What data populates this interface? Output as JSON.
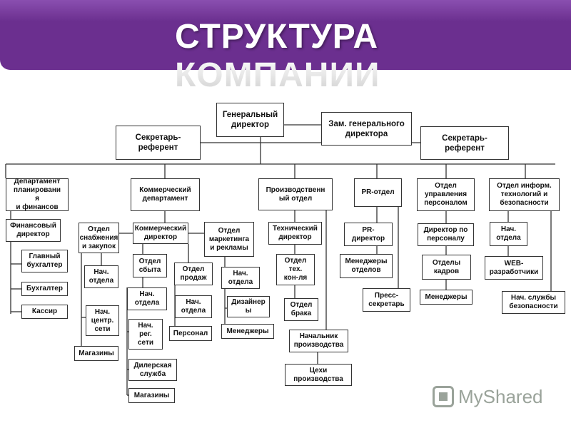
{
  "title": {
    "line1": "СТРУКТУРА",
    "line2": "КОМПАНИИ"
  },
  "watermark": {
    "text": "MyShared",
    "icon": "myshared-logo-icon"
  },
  "colors": {
    "banner": "#6b2f8f",
    "box_border": "#333333",
    "text": "#111111"
  },
  "nodes": {
    "gendir": "Генеральный\nдиректор",
    "deputy": "Зам. генерального\nдиректора",
    "secretary_left": "Секретарь-\nреферент",
    "secretary_right": "Секретарь-\nреферент",
    "dept_fin": "Департамент\nпланировани\nя\nи финансов",
    "fin_director": "Финансовый\nдиректор",
    "chief_accountant": "Главный\nбухгалтер",
    "accountant": "Бухгалтер",
    "cashier": "Кассир",
    "dept_comm": "Коммерческий\nдепартамент",
    "supply_dept": "Отдел\nснабжения\nи закупок",
    "supply_head": "Нач.\nотдела",
    "net_center_head": "Нач.\nцентр.\nсети",
    "shops_1": "Магазины",
    "comm_director": "Коммерческий\nдиректор",
    "sales_dept": "Отдел\nсбыта",
    "sales_head": "Нач.\nотдела",
    "reg_net_head": "Нач.\nрег.\nсети",
    "dealer_service": "Дилерская\nслужба",
    "shops_2": "Магазины",
    "retail_dept": "Отдел\nпродаж",
    "retail_head": "Нач.\nотдела",
    "staff": "Персонал",
    "marketing_dept": "Отдел\nмаркетинга\nи рекламы",
    "marketing_head": "Нач.\nотдела",
    "designers": "Дизайнер\nы",
    "managers_1": "Менеджеры",
    "production_dept": "Производственн\nый отдел",
    "tech_director": "Технический\nдиректор",
    "tech_control": "Отдел\nтех.\nкон-ля",
    "defect_dept": "Отдел\nбрака",
    "production_head": "Начальник\nпроизводства",
    "workshops": "Цехи\nпроизводства",
    "pr_dept": "PR-отдел",
    "pr_director": "PR-\nдиректор",
    "dept_managers": "Менеджеры\nотделов",
    "press_secretary": "Пресс-\nсекретарь",
    "hr_dept": "Отдел\nуправления\nперсоналом",
    "hr_director": "Директор по\nперсоналу",
    "hr_depts": "Отделы\nкадров",
    "managers_2": "Менеджеры",
    "it_dept": "Отдел информ.\nтехнологий и\nбезопасности",
    "it_head": "Нач.\nотдела",
    "web_devs": "WEB-\nразработчики",
    "security_head": "Нач. службы\nбезопасности"
  }
}
